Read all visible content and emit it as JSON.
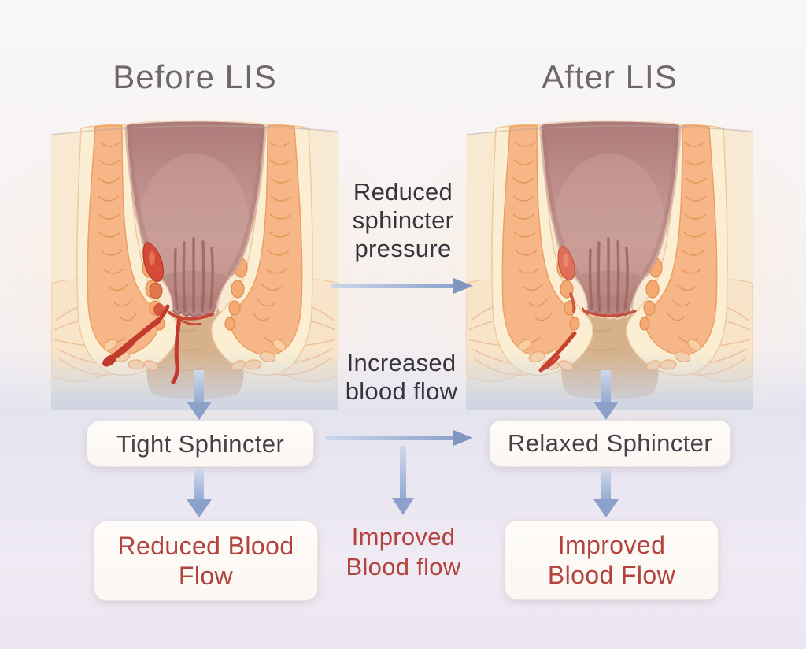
{
  "diagram": {
    "before": {
      "title": "Before LIS",
      "sphincter_box": "Tight Sphincter",
      "blood_box": [
        "Reduced Blood",
        "Flow"
      ]
    },
    "after": {
      "title": "After LIS",
      "sphincter_box": "Relaxed Sphincter",
      "blood_box": [
        "Improved",
        "Blood Flow"
      ]
    },
    "center": {
      "pressure_note": [
        "Reduced",
        "sphincter",
        "pressure"
      ],
      "flow_note": [
        "Increased",
        "blood flow"
      ],
      "improved_note": [
        "Improved",
        "Blood flow"
      ]
    },
    "colors": {
      "red_text": "#b2433e",
      "dark_text": "#38343e",
      "title_text": "#6c686c",
      "arrow_blue": "#8fa6cf",
      "box_bg": "#fdfaf6",
      "tissue_cream": "#f8ead2",
      "muscle_orange": "#f6b688",
      "canal_mauve": "#c29491",
      "vessel_red": "#c23a2b",
      "skin_tan": "#d7b18a"
    }
  }
}
